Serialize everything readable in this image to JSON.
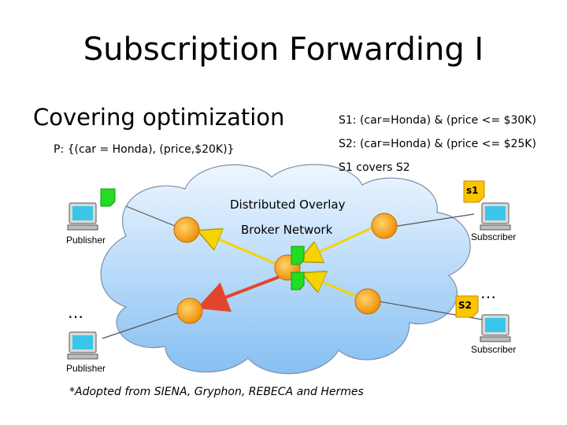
{
  "slide": {
    "title": "Subscription Forwarding I",
    "heading": "Covering optimization",
    "publication_filter": "P: {(car = Honda), (price,$20K)}",
    "s1_text": "S1: (car=Honda) & (price <= $30K)",
    "s2_text": "S2: (car=Honda) & (price <= $25K)",
    "covers_text": "S1 covers S2",
    "overlay_label": "Distributed Overlay",
    "network_label": "Broker Network",
    "footnote": "*Adopted from SIENA, Gryphon, REBECA and Hermes"
  },
  "nodes": {
    "publisher_top": "Publisher",
    "publisher_bottom": "Publisher",
    "subscriber_top": "Subscriber",
    "subscriber_bottom": "Subscriber",
    "tag_s1": "s1",
    "tag_s2": "S2",
    "ellipsis": "…"
  },
  "colors": {
    "cloud_fill_top": "#e8f3ff",
    "cloud_fill_bottom": "#8cc4f4",
    "broker": "#f7a21b",
    "sub_arrow": "#f5d400",
    "pub_arrow": "#e3452c",
    "tag_fill": "#ffc400",
    "green_flag": "#22dd22"
  }
}
